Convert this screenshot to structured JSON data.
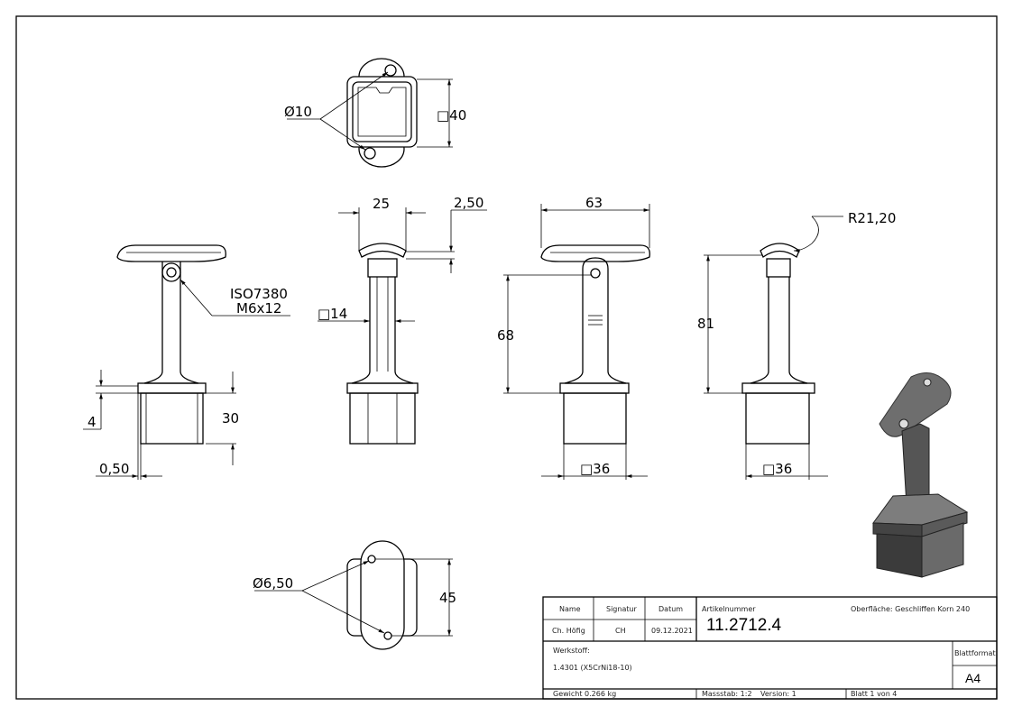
{
  "dimensions": {
    "top_hole_dia": "Ø10",
    "top_square": "□40",
    "screw_line1": "ISO7380",
    "screw_line2": "M6x12",
    "thickness_4": "4",
    "height_30": "30",
    "offset_050": "0,50",
    "width_25": "25",
    "offset_250": "2,50",
    "pipe_14": "□14",
    "width_63": "63",
    "height_68": "68",
    "base_36_a": "□36",
    "height_81": "81",
    "radius": "R21,20",
    "base_36_b": "□36",
    "bottom_hole_dia": "Ø6,50",
    "bottom_45": "45"
  },
  "title_block": {
    "name_label": "Name",
    "signatur_label": "Signatur",
    "datum_label": "Datum",
    "name_value": "Ch. Höfig",
    "signatur_value": "CH",
    "datum_value": "09.12.2021",
    "artikel_label": "Artikelnummer",
    "artikel_value": "11.2712.4",
    "oberflaeche": "Oberfläche:  Geschliffen Korn 240",
    "werkstoff_label": "Werkstoff:",
    "werkstoff_value": "1.4301 (X5CrNi18-10)",
    "blattformat_label": "Blattformat",
    "blattformat_value": "A4",
    "gewicht": "Gewicht 0.266 kg",
    "massstab": "Massstab: 1:2",
    "version": "Version: 1",
    "blatt": "Blatt 1 von 4"
  }
}
